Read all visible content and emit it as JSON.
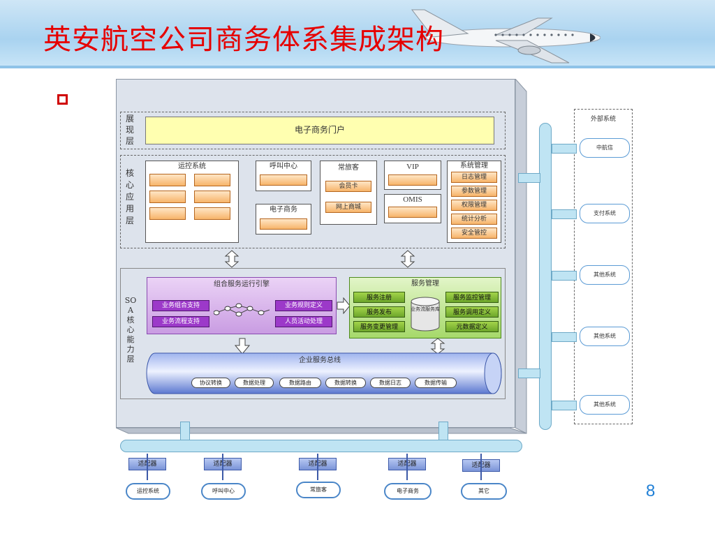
{
  "slide": {
    "title": "英安航空公司商务体系集成架构",
    "page_number": "8"
  },
  "diagram": {
    "presentation_layer": {
      "label": "展现层",
      "portal": "电子商务门户"
    },
    "core_layer": {
      "label": "核心应用层",
      "ops_system": "运控系统",
      "call_center": "呼叫中心",
      "ecommerce": "电子商务",
      "frequent": "常旅客",
      "member_card": "会员卡",
      "online_mall": "网上商城",
      "vip": "VIP",
      "omis": "OMIS",
      "sys_mgmt": "系统管理",
      "sys_items": [
        "日志管理",
        "参数管理",
        "权限管理",
        "统计分析",
        "安全管控"
      ]
    },
    "soa_layer": {
      "label": "SOA核心能力层",
      "engine": "组合服务运行引擎",
      "engine_left": [
        "业务组合支持",
        "业务流程支持"
      ],
      "engine_right": [
        "业务规则定义",
        "人员活动处理"
      ],
      "service_mgmt": "服务管理",
      "svc_left": [
        "服务注册",
        "服务发布",
        "服务变更管理"
      ],
      "svc_center": "业务流服务库",
      "svc_right": [
        "服务监控管理",
        "服务调用定义",
        "元数据定义"
      ],
      "esb": "企业服务总线",
      "esb_items": [
        "协议转换",
        "数据处理",
        "数据路由",
        "数据转换",
        "数据日志",
        "数据传输"
      ]
    },
    "external": {
      "label": "外部系统",
      "items": [
        "中航信",
        "支付系统",
        "其他系统",
        "其他系统",
        "其他系统"
      ]
    },
    "adapters": {
      "label": "适配器",
      "targets": [
        "运控系统",
        "呼叫中心",
        "常旅客",
        "电子商务",
        "其它"
      ]
    }
  }
}
